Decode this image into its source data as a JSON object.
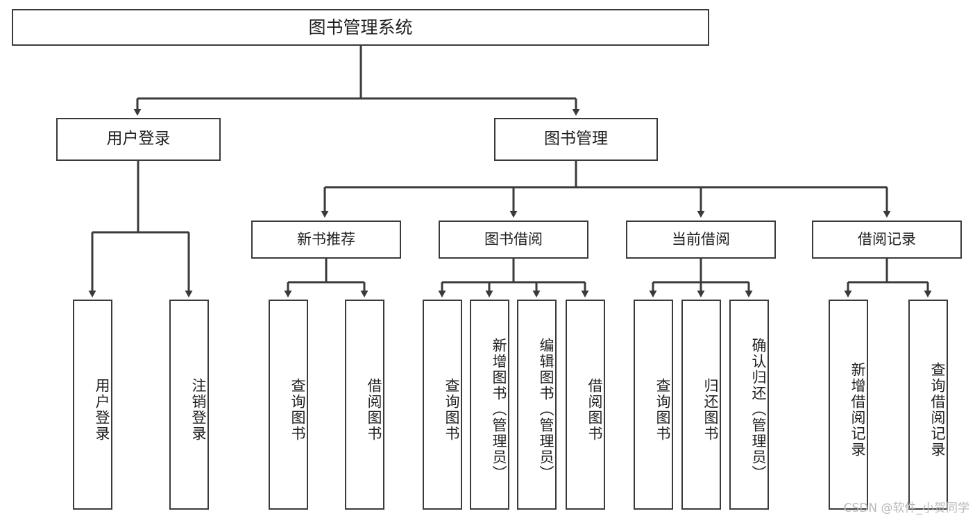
{
  "diagram": {
    "type": "tree",
    "title": "图书管理系统",
    "root": {
      "label": "图书管理系统"
    },
    "level2": [
      {
        "label": "用户登录"
      },
      {
        "label": "图书管理"
      }
    ],
    "level3": [
      {
        "label": "新书推荐"
      },
      {
        "label": "图书借阅"
      },
      {
        "label": "当前借阅"
      },
      {
        "label": "借阅记录"
      }
    ],
    "leaves": {
      "user_login": [
        {
          "label": "用户登录"
        },
        {
          "label": "注销登录"
        }
      ],
      "new_book_recommend": [
        {
          "label": "查询图书"
        },
        {
          "label": "借阅图书"
        }
      ],
      "book_borrow": [
        {
          "label": "查询图书"
        },
        {
          "label": "新增图书（管理员）"
        },
        {
          "label": "编辑图书（管理员）"
        },
        {
          "label": "借阅图书"
        }
      ],
      "current_borrow": [
        {
          "label": "查询图书"
        },
        {
          "label": "归还图书"
        },
        {
          "label": "确认归还（管理员）"
        }
      ],
      "borrow_record": [
        {
          "label": "新增借阅记录"
        },
        {
          "label": "查询借阅记录"
        }
      ]
    },
    "colors": {
      "box_border": "#3a3a3a",
      "box_fill": "#ffffff",
      "connector": "#3a3a3a",
      "text": "#1f1f1f",
      "watermark": "#b9b9b9"
    }
  },
  "watermark": {
    "text": "CSDN @软件_小贺同学"
  }
}
